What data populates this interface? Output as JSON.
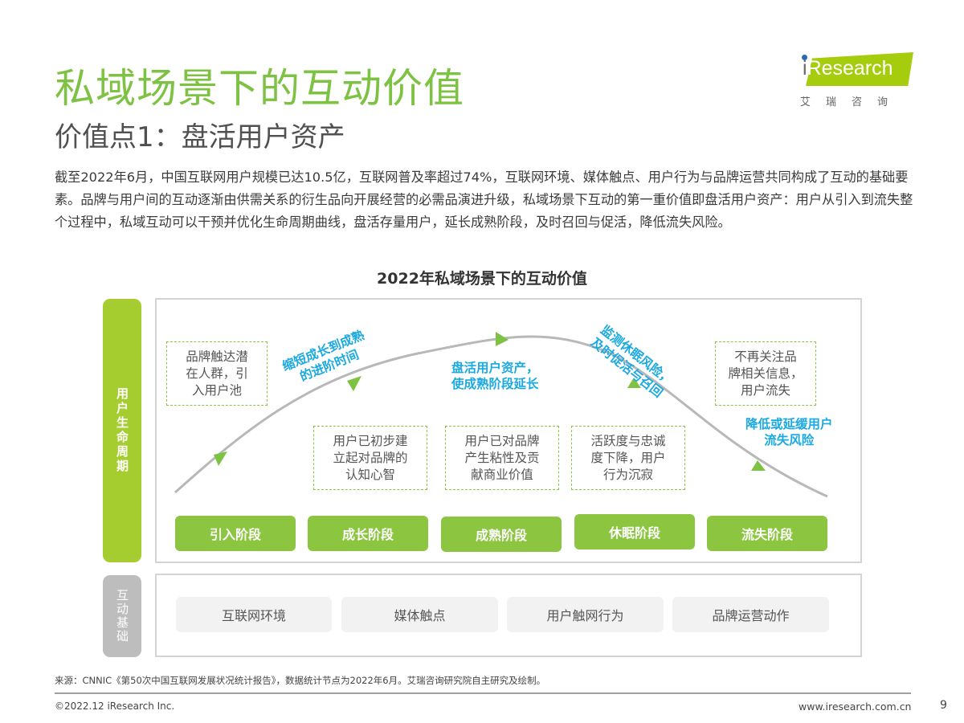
{
  "header": {
    "title": "私域场景下的互动价值",
    "subtitle": "价值点1：盘活用户资产",
    "logo": {
      "brand_i": "i",
      "brand_rest": "Research",
      "cn": "艾瑞咨询",
      "accent": "#a5cd0e"
    }
  },
  "intro": {
    "text": "截至2022年6月，中国互联网用户规模已达10.5亿，互联网普及率超过74%，互联网环境、媒体触点、用户行为与品牌运营共同构成了互动的基础要素。品牌与用户间的互动逐渐由供需关系的衍生品向开展经营的必需品演进升级，私域场景下互动的第一重价值即盘活用户资产：用户从引入到流失整个过程中，私域互动可以干预并优化生命周期曲线，盘活存量用户，延长成熟阶段，及时召回与促活，降低流失风险。"
  },
  "diagram": {
    "title": "2022年私域场景下的互动价值",
    "lifecycle_label": "用户生命周期",
    "base_label": "互动基础",
    "colors": {
      "green": "#8cc540",
      "side_green": "#a5cd2f",
      "blue": "#1aa9e0",
      "grey": "#bdbdbd",
      "curve": "#b8b8b8"
    },
    "stages": [
      {
        "label": "引入阶段",
        "description": "品牌触达潜在人群，引入用户池"
      },
      {
        "label": "成长阶段",
        "description": "用户已初步建立起对品牌的认知心智"
      },
      {
        "label": "成熟阶段",
        "description": "用户已对品牌产生粘性及贡献商业价值"
      },
      {
        "label": "休眠阶段",
        "description": "活跃度与忠诚度下降，用户行为沉寂"
      },
      {
        "label": "流失阶段",
        "description": "不再关注品牌相关信息，用户流失"
      }
    ],
    "desc_lines": {
      "intro": [
        "品牌触达潜",
        "在人群，引",
        "入用户池"
      ],
      "growth": [
        "用户已初步建",
        "立起对品牌的",
        "认知心智"
      ],
      "mature": [
        "用户已对品牌",
        "产生粘性及贡",
        "献商业价值"
      ],
      "dormant": [
        "活跃度与忠诚",
        "度下降，用户",
        "行为沉寂"
      ],
      "churn": [
        "不再关注品",
        "牌相关信息，",
        "用户流失"
      ]
    },
    "interaction_values": {
      "shorten": [
        "缩短成长到成熟",
        "的进阶时间"
      ],
      "activate": [
        "盘活用户资产，",
        "使成熟阶段延长"
      ],
      "monitor": [
        "监测休眠风险，",
        "及时促活与召回"
      ],
      "reduce": [
        "降低或延缓用户",
        "流失风险"
      ]
    },
    "foundations": [
      "互联网环境",
      "媒体触点",
      "用户触网行为",
      "品牌运营动作"
    ]
  },
  "footer": {
    "source": "来源：CNNIC《第50次中国互联网发展状况统计报告》，数据统计节点为2022年6月。艾瑞咨询研究院自主研究及绘制。",
    "copyright": "©2022.12 iResearch Inc.",
    "website": "www.iresearch.com.cn",
    "page": "9"
  }
}
